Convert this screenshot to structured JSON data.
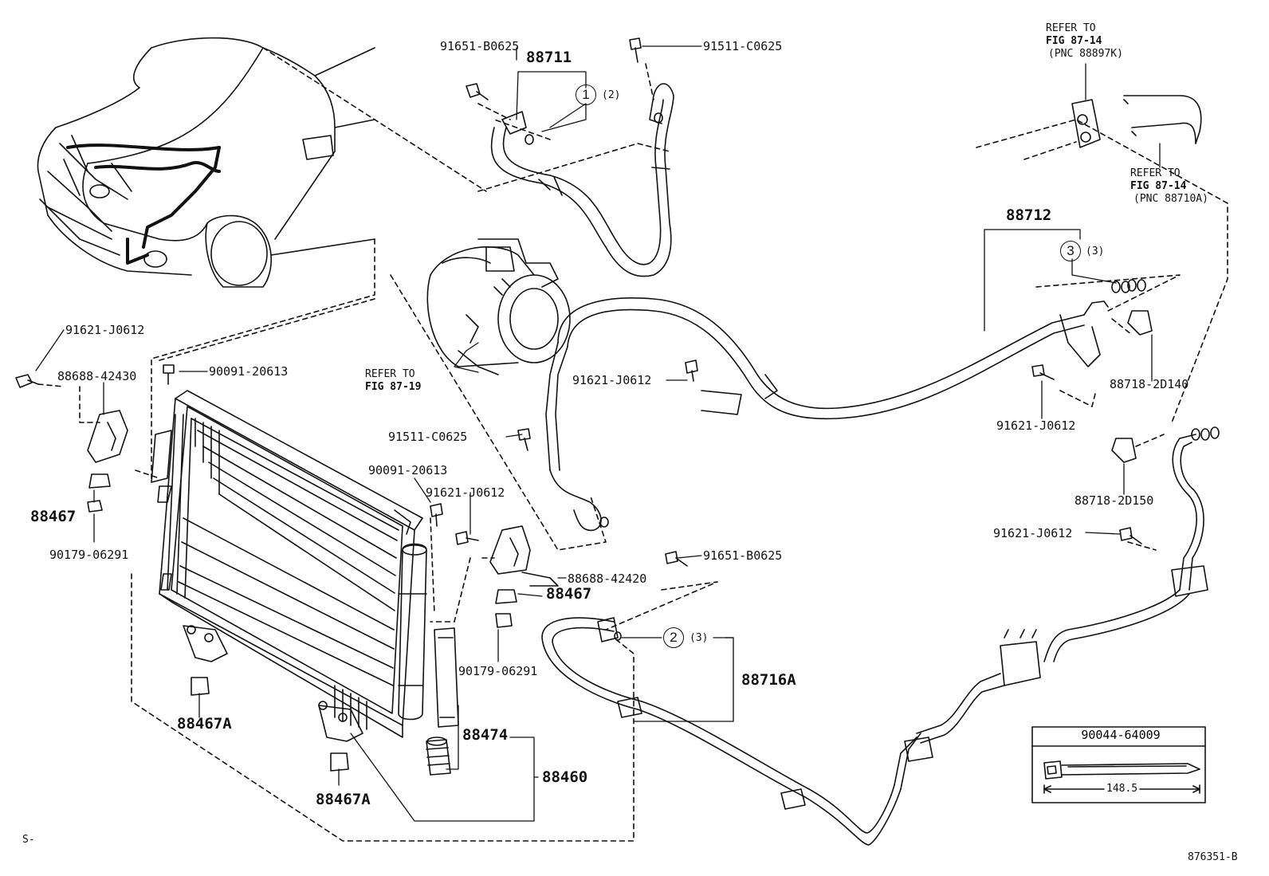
{
  "labels": {
    "p91651_b0625_top": "91651-B0625",
    "p88711": "88711",
    "p91511_c0625_top": "91511-C0625",
    "refer_8714_a_l1": "REFER TO",
    "refer_8714_a_l2": "FIG 87-14",
    "refer_8714_a_l3": "(PNC 88897K)",
    "refer_8714_b_l1": "REFER TO",
    "refer_8714_b_l2": "FIG 87-14",
    "refer_8714_b_l3": "(PNC 88710A)",
    "circ1": "1",
    "circ1_qty": "(2)",
    "p88712": "88712",
    "circ3": "3",
    "circ3_qty": "(3)",
    "p91621_j0612_left": "91621-J0612",
    "p88688_42430": "88688-42430",
    "p90091_20613_left": "90091-20613",
    "refer_8719_l1": "REFER TO",
    "refer_8719_l2": "FIG 87-19",
    "p91621_j0612_mid": "91621-J0612",
    "p88718_2d140": "88718-2D140",
    "p91621_j0612_right": "91621-J0612",
    "p91511_c0625_mid": "91511-C0625",
    "p88718_2d150": "88718-2D150",
    "p90091_20613_mid": "90091-20613",
    "p91621_j0612_center": "91621-J0612",
    "p88467_left": "88467",
    "p90179_06291_left": "90179-06291",
    "p91621_j0612_far_right": "91621-J0612",
    "p91651_b0625_mid": "91651-B0625",
    "p88688_42420": "88688-42420",
    "p88467_mid": "88467",
    "circ2": "2",
    "circ2_qty": "(3)",
    "p88716a": "88716A",
    "p90179_06291_mid": "90179-06291",
    "p88467a_upper": "88467A",
    "p88474": "88474",
    "p88460": "88460",
    "p88467a_lower": "88467A",
    "p90044_64009": "90044-64009",
    "dim_148_5": "148.5",
    "footer_left": "S-",
    "footer_right": "876351-B"
  }
}
